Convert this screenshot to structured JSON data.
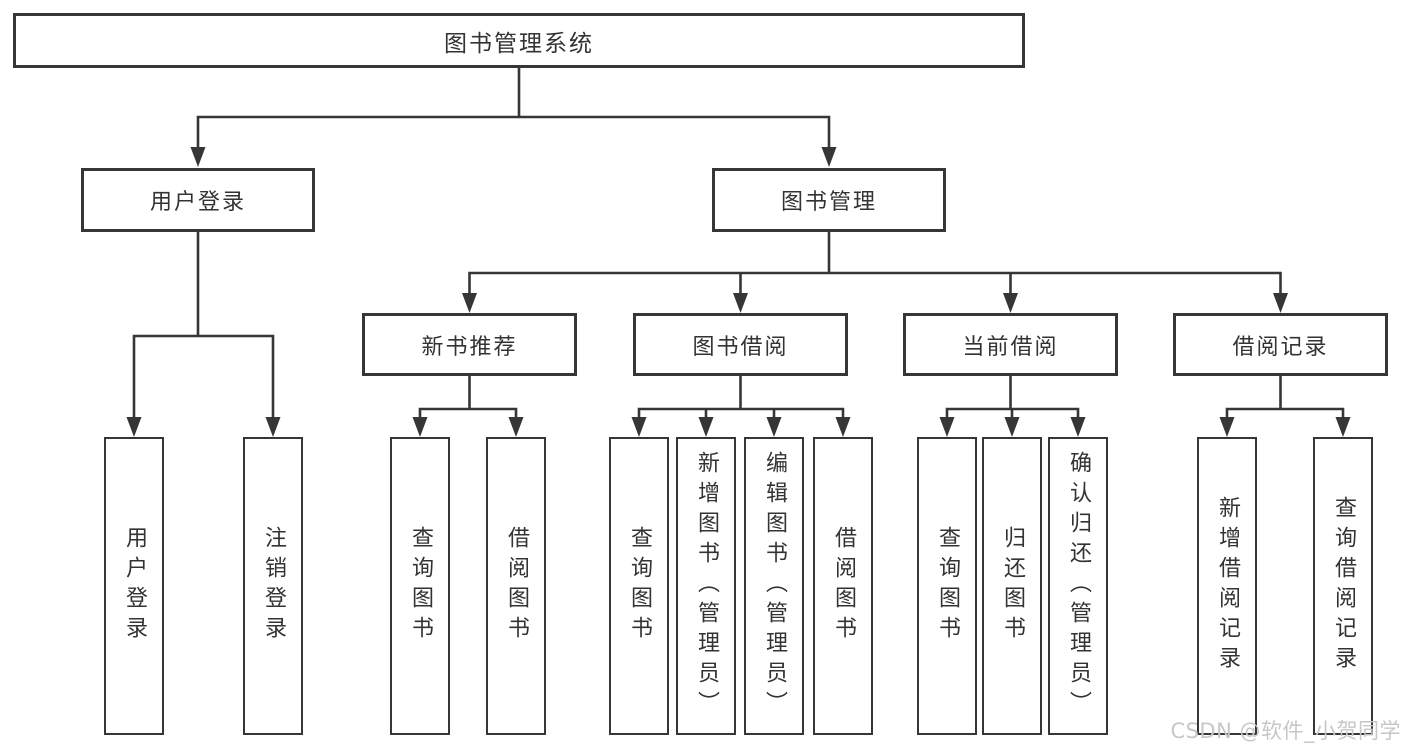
{
  "colors": {
    "background": "#ffffff",
    "line": "#363636",
    "box_border": "#363636",
    "text": "#333333",
    "watermark": "#c7c7c7"
  },
  "diagram": {
    "root": {
      "label": "图书管理系统"
    },
    "level2": [
      {
        "label": "用户登录"
      },
      {
        "label": "图书管理"
      }
    ],
    "level3": [
      {
        "label": "新书推荐"
      },
      {
        "label": "图书借阅"
      },
      {
        "label": "当前借阅"
      },
      {
        "label": "借阅记录"
      }
    ],
    "leaves": {
      "user_login": [
        {
          "label": "用户登录"
        },
        {
          "label": "注销登录"
        }
      ],
      "new_book": [
        {
          "label": "查询图书"
        },
        {
          "label": "借阅图书"
        }
      ],
      "book_borrow": [
        {
          "label": "查询图书"
        },
        {
          "label": "新增图书（管理员）"
        },
        {
          "label": "编辑图书（管理员）"
        },
        {
          "label": "借阅图书"
        }
      ],
      "current_borrow": [
        {
          "label": "查询图书"
        },
        {
          "label": "归还图书"
        },
        {
          "label": "确认归还（管理员）"
        }
      ],
      "borrow_record": [
        {
          "label": "新增借阅记录"
        },
        {
          "label": "查询借阅记录"
        }
      ]
    }
  },
  "watermark": {
    "text": "CSDN @软件_小贺同学"
  }
}
